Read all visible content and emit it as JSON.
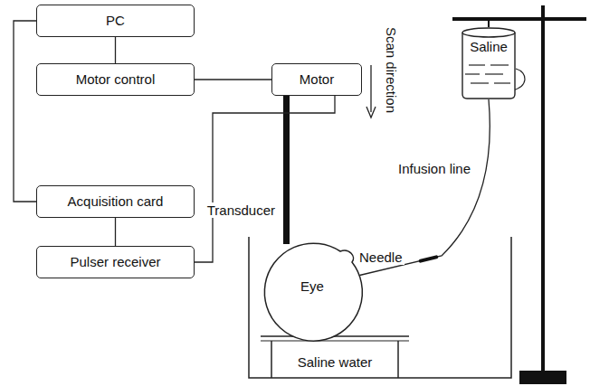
{
  "diagram": {
    "nodes": [
      {
        "text": [
          "PC"
        ]
      },
      {
        "text": [
          "Motor control"
        ]
      },
      {
        "text": [
          "Motor"
        ]
      },
      {
        "text": [
          "Acquisition card"
        ]
      },
      {
        "text": [
          "Pulser receiver"
        ]
      },
      {
        "text": [
          "Eye"
        ]
      },
      {
        "text": [
          "Saline"
        ]
      }
    ],
    "edges": [
      {
        "from": 0,
        "to": 1,
        "arrow": "none"
      },
      {
        "from": 0,
        "to": 3,
        "arrow": "none"
      },
      {
        "from": 1,
        "to": 2,
        "arrow": "none"
      },
      {
        "from": 3,
        "to": 4,
        "arrow": "none"
      },
      {
        "from": 4,
        "to": 2,
        "arrow": "none"
      },
      {
        "from": 6,
        "to": 5,
        "arrow": "none"
      }
    ],
    "labels": [
      "Scan direction",
      "Transducer",
      "Needle",
      "Infusion line",
      "Saline water"
    ]
  }
}
